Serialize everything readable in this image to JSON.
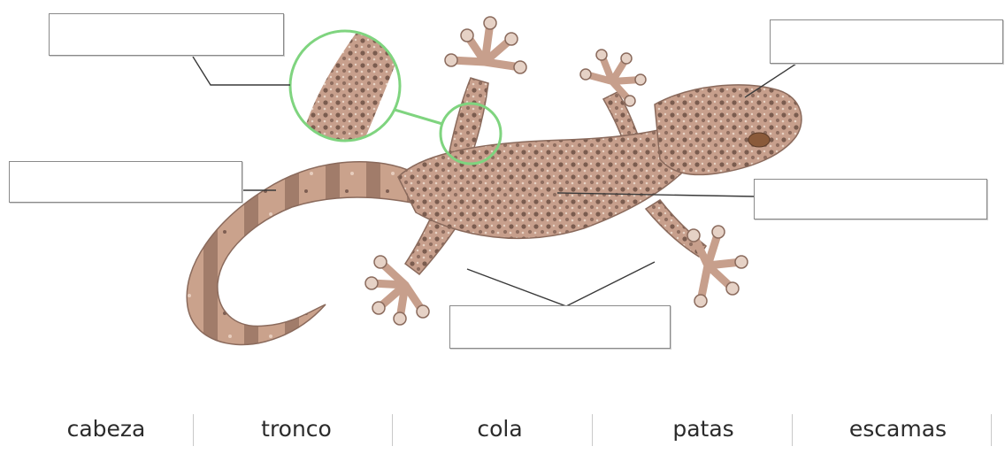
{
  "word_bank": {
    "words": [
      "cabeza",
      "tronco",
      "cola",
      "patas",
      "escamas"
    ]
  },
  "colors": {
    "magnifier": "#7fd47f",
    "leader_line": "#3a3a3a",
    "box_border": "#8a8a8a"
  },
  "diagram": {
    "subject": "gecko",
    "answer_boxes_count": 5
  }
}
